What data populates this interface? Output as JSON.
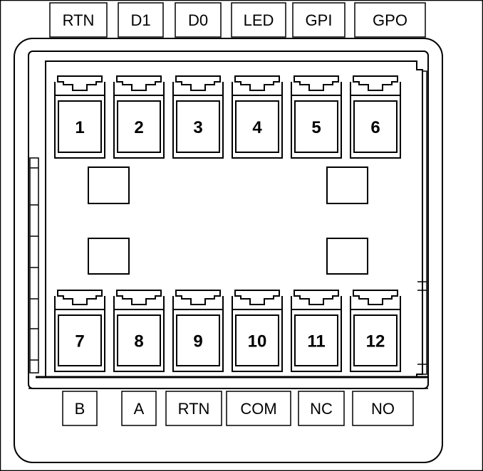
{
  "top_labels": [
    "RTN",
    "D1",
    "D0",
    "LED",
    "GPI",
    "GPO"
  ],
  "bottom_labels": [
    "B",
    "A",
    "RTN",
    "COM",
    "NC",
    "NO"
  ],
  "top_pins": [
    "1",
    "2",
    "3",
    "4",
    "5",
    "6"
  ],
  "bottom_pins": [
    "7",
    "8",
    "9",
    "10",
    "11",
    "12"
  ]
}
